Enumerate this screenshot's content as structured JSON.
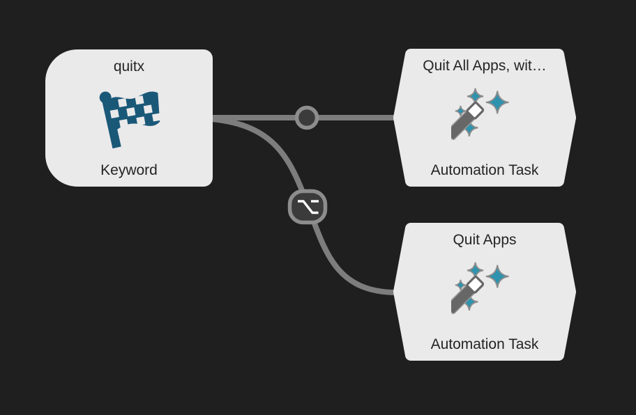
{
  "app": {
    "view": "workflow-canvas"
  },
  "colors": {
    "canvas_background": "#1f1f1f",
    "node_fill": "#eaeaea",
    "node_text": "#242424",
    "connector_line": "#7d7d7d",
    "connector_ring": "#8d8d8d",
    "connector_inner": "#3b3b3b",
    "modifier_glyph": "#ffffff",
    "flag_blue": "#1a5878",
    "sparkle_teal": "#2e93ae",
    "wand_gray": "#676767",
    "wand_tip": "#ffffff"
  },
  "nodes": {
    "keyword": {
      "title": "quitx",
      "type_label": "Keyword",
      "icon": "checkered-flag-icon"
    },
    "task_top": {
      "title": "Quit All Apps, wit…",
      "type_label": "Automation Task",
      "icon": "magic-wand-icon"
    },
    "task_bottom": {
      "title": "Quit Apps",
      "type_label": "Automation Task",
      "icon": "magic-wand-icon"
    }
  },
  "connections": [
    {
      "from": "keyword",
      "to": "task_top",
      "modifier": "none"
    },
    {
      "from": "keyword",
      "to": "task_bottom",
      "modifier": "option",
      "modifier_symbol": "⌥"
    }
  ]
}
